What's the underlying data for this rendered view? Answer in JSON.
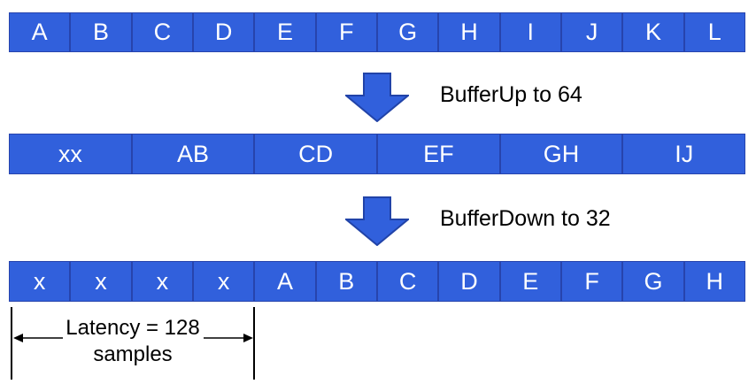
{
  "colors": {
    "cell_fill": "#3160dc",
    "cell_border": "#2744ad",
    "arrow_fill": "#3160dc",
    "arrow_outline": "#2143a8",
    "annotation_text": "#000000",
    "cell_text": "#ffffff",
    "background": "#ffffff"
  },
  "row1": {
    "cells": [
      "A",
      "B",
      "C",
      "D",
      "E",
      "F",
      "G",
      "H",
      "I",
      "J",
      "K",
      "L"
    ]
  },
  "step1_label": "BufferUp to 64",
  "row2": {
    "cells": [
      "xx",
      "AB",
      "CD",
      "EF",
      "GH",
      "IJ"
    ]
  },
  "step2_label": "BufferDown to 32",
  "row3": {
    "cells": [
      "x",
      "x",
      "x",
      "x",
      "A",
      "B",
      "C",
      "D",
      "E",
      "F",
      "G",
      "H"
    ]
  },
  "latency_label": {
    "line1": "Latency = 128",
    "line2": "samples"
  },
  "icons": {
    "down_arrow": "block-down-arrow",
    "latency_left_arrow": "thin-arrow-left",
    "latency_right_arrow": "thin-arrow-right"
  }
}
